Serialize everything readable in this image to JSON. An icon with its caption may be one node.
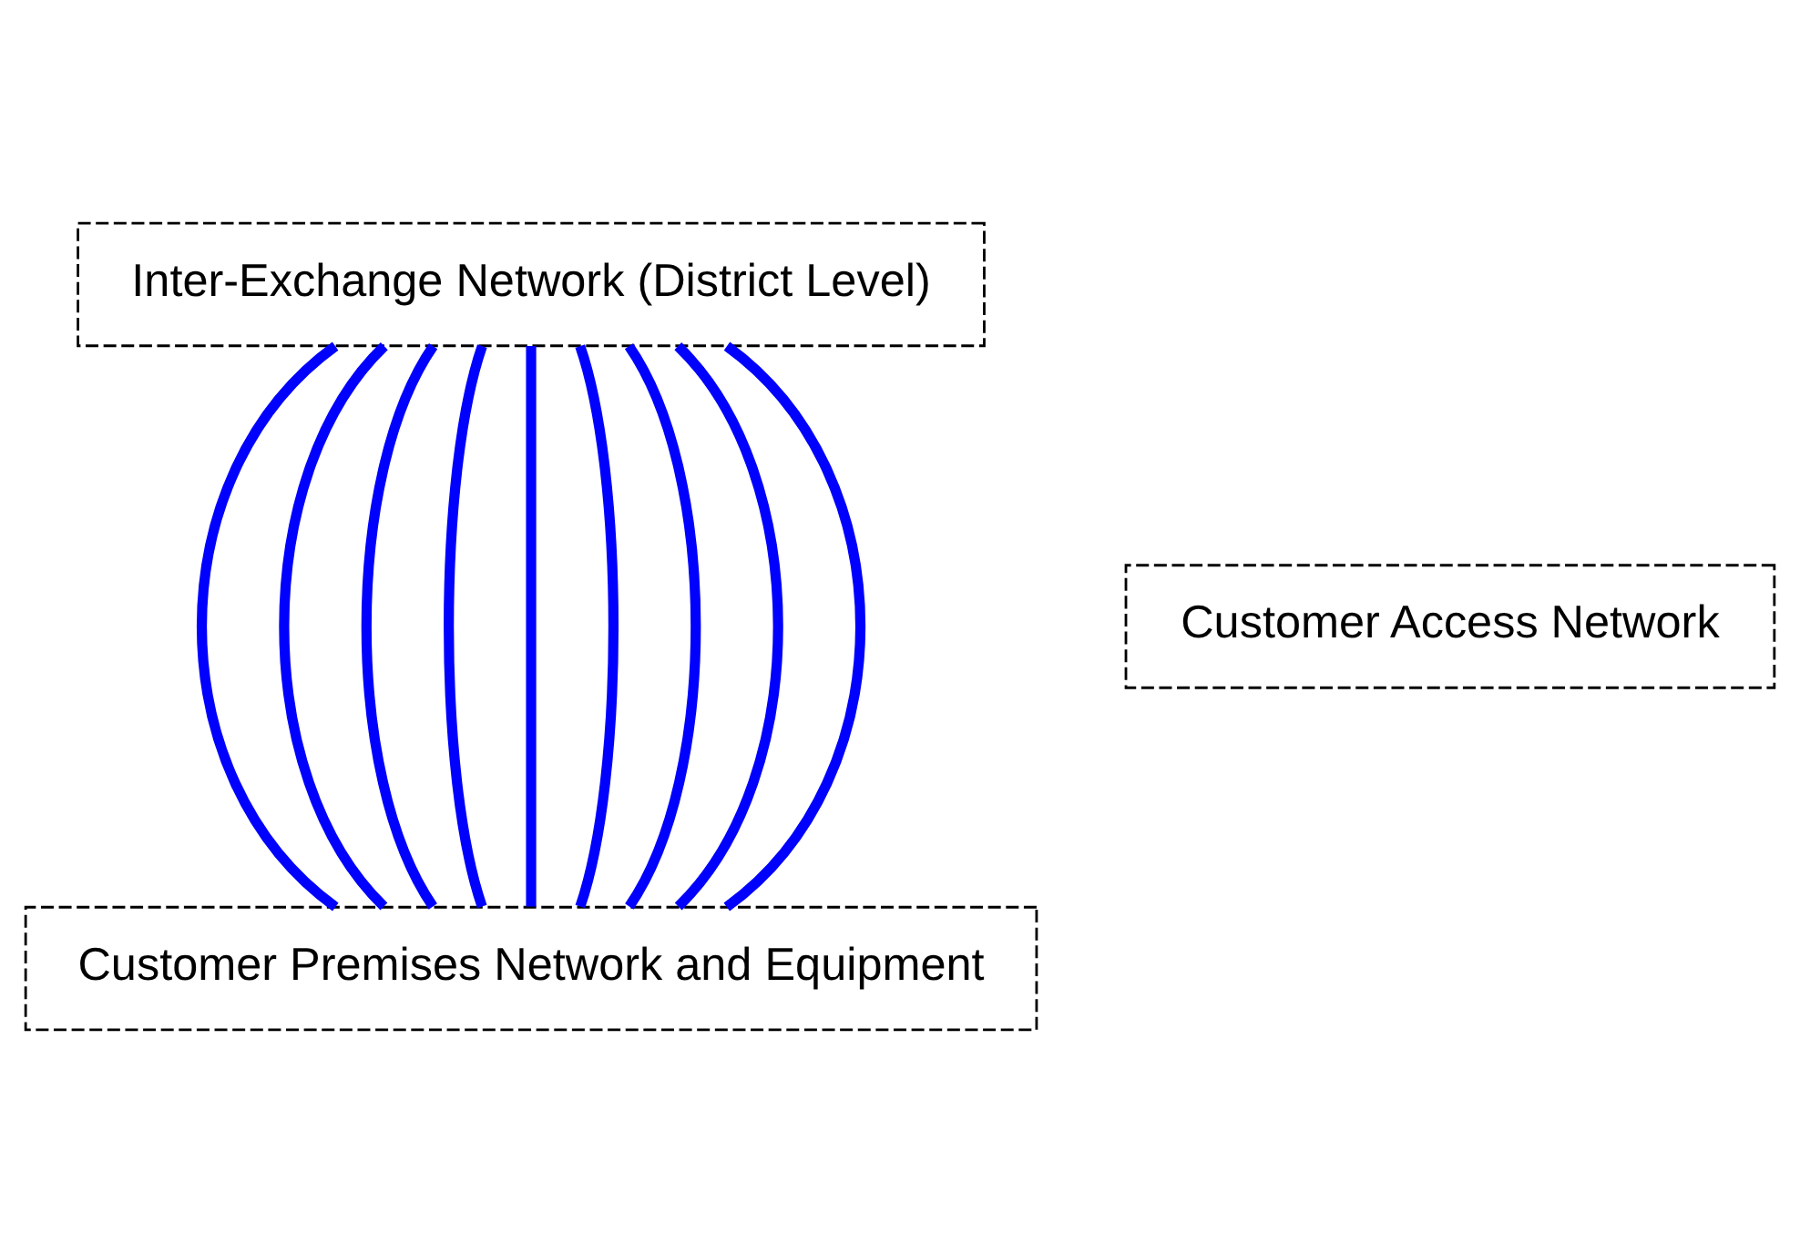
{
  "diagram": {
    "nodes": [
      {
        "text": [
          "Inter-Exchange Network (District Level)"
        ]
      },
      {
        "text": [
          "Customer Premises Network and Equipment"
        ]
      },
      {
        "text": [
          "Customer Access Network"
        ]
      }
    ],
    "edges": [
      {
        "from": 0,
        "to": 1,
        "arrow": "none"
      },
      {
        "from": 0,
        "to": 1,
        "arrow": "none"
      },
      {
        "from": 0,
        "to": 1,
        "arrow": "none"
      },
      {
        "from": 0,
        "to": 1,
        "arrow": "none"
      },
      {
        "from": 0,
        "to": 1,
        "arrow": "none"
      },
      {
        "from": 0,
        "to": 1,
        "arrow": "none"
      },
      {
        "from": 0,
        "to": 1,
        "arrow": "none"
      },
      {
        "from": 0,
        "to": 1,
        "arrow": "none"
      },
      {
        "from": 0,
        "to": 1,
        "arrow": "none"
      }
    ]
  }
}
